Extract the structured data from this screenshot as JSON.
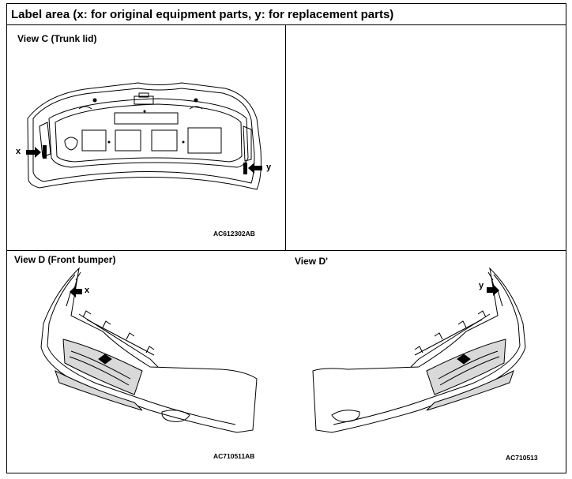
{
  "header": {
    "title": "Label area (x: for original equipment parts, y: for replacement parts)"
  },
  "trunk_panel": {
    "caption": "View C (Trunk lid)",
    "label_x": "x",
    "label_y": "y",
    "code": "AC612302AB"
  },
  "bumper_d_panel": {
    "caption": "View D (Front bumper)",
    "label_x": "x",
    "code": "AC710511AB"
  },
  "bumper_dprime_panel": {
    "caption": "View D'",
    "label_y": "y",
    "code": "AC710513"
  }
}
